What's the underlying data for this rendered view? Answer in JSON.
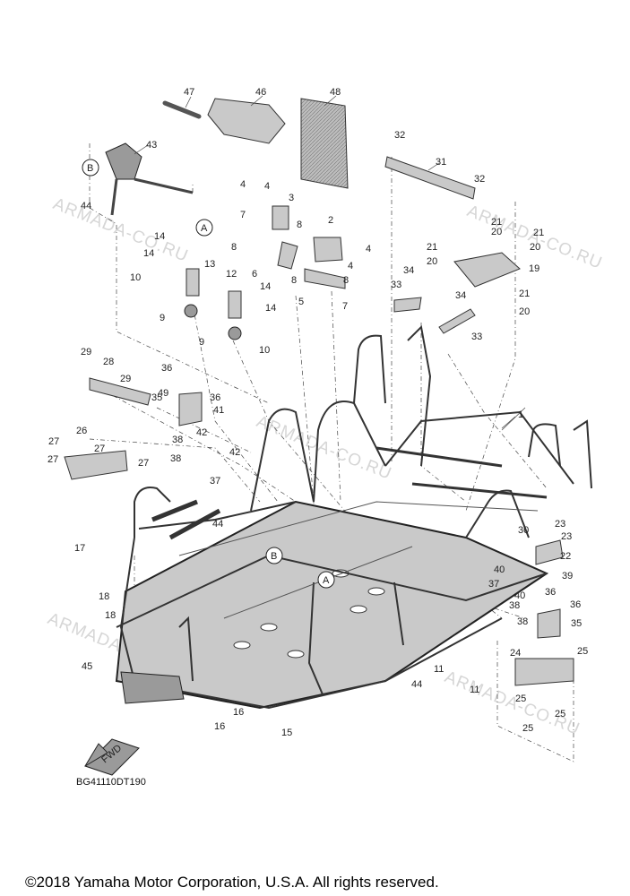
{
  "callouts": [
    "1",
    "2",
    "3",
    "4",
    "5",
    "6",
    "7",
    "8",
    "9",
    "10",
    "11",
    "12",
    "13",
    "14",
    "15",
    "16",
    "17",
    "18",
    "19",
    "20",
    "21",
    "22",
    "23",
    "24",
    "25",
    "26",
    "27",
    "28",
    "29",
    "30",
    "31",
    "32",
    "33",
    "34",
    "35",
    "36",
    "37",
    "38",
    "39",
    "40",
    "41",
    "42",
    "43",
    "44",
    "45",
    "46",
    "47",
    "48",
    "49"
  ],
  "ref_letters": [
    "A",
    "B"
  ],
  "watermark": "ARMADA-CO.RU",
  "drawing_code": "BG41110DT190",
  "fwd_label": "FWD",
  "copyright": "©2018 Yamaha Motor Corporation, U.S.A. All rights reserved."
}
